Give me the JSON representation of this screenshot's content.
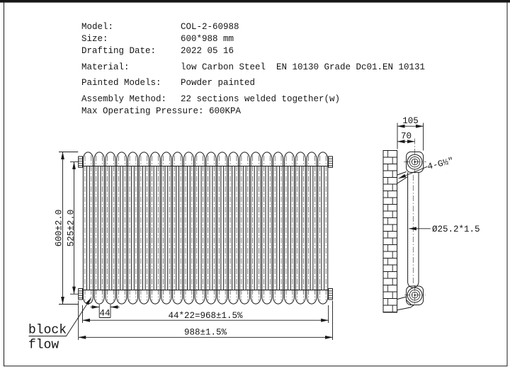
{
  "specs": {
    "rows": [
      {
        "label": "Model:",
        "value": "COL-2-60988"
      },
      {
        "label": "Size:",
        "value": "600*988 mm"
      },
      {
        "label": "Drafting Date:",
        "value": "2022 05 16"
      },
      {
        "label": "Material:",
        "value": "low Carbon Steel  EN 10130 Grade Dc01.EN 10131"
      },
      {
        "label": "Painted Models:",
        "value": "Powder painted"
      },
      {
        "label": "Assembly Method:",
        "value": "22 sections welded together(w)"
      },
      {
        "label": "Max Operating Pressure: ",
        "value": "600KPA"
      }
    ]
  },
  "front_view": {
    "sections": 22,
    "overall_height": "600±2.0",
    "centers_height": "525±2.0",
    "section_width": "44",
    "sections_width": "44*22=968±1.5%",
    "overall_width": "988±1.5%",
    "block_label": "block",
    "flow_label": "flow"
  },
  "side_view": {
    "depth": "105",
    "wall_to_center": "70",
    "connections": "4-G½″",
    "tube": "Ø25.2*1.5"
  },
  "colors": {
    "line": "#1a1a1a",
    "background": "#ffffff"
  }
}
